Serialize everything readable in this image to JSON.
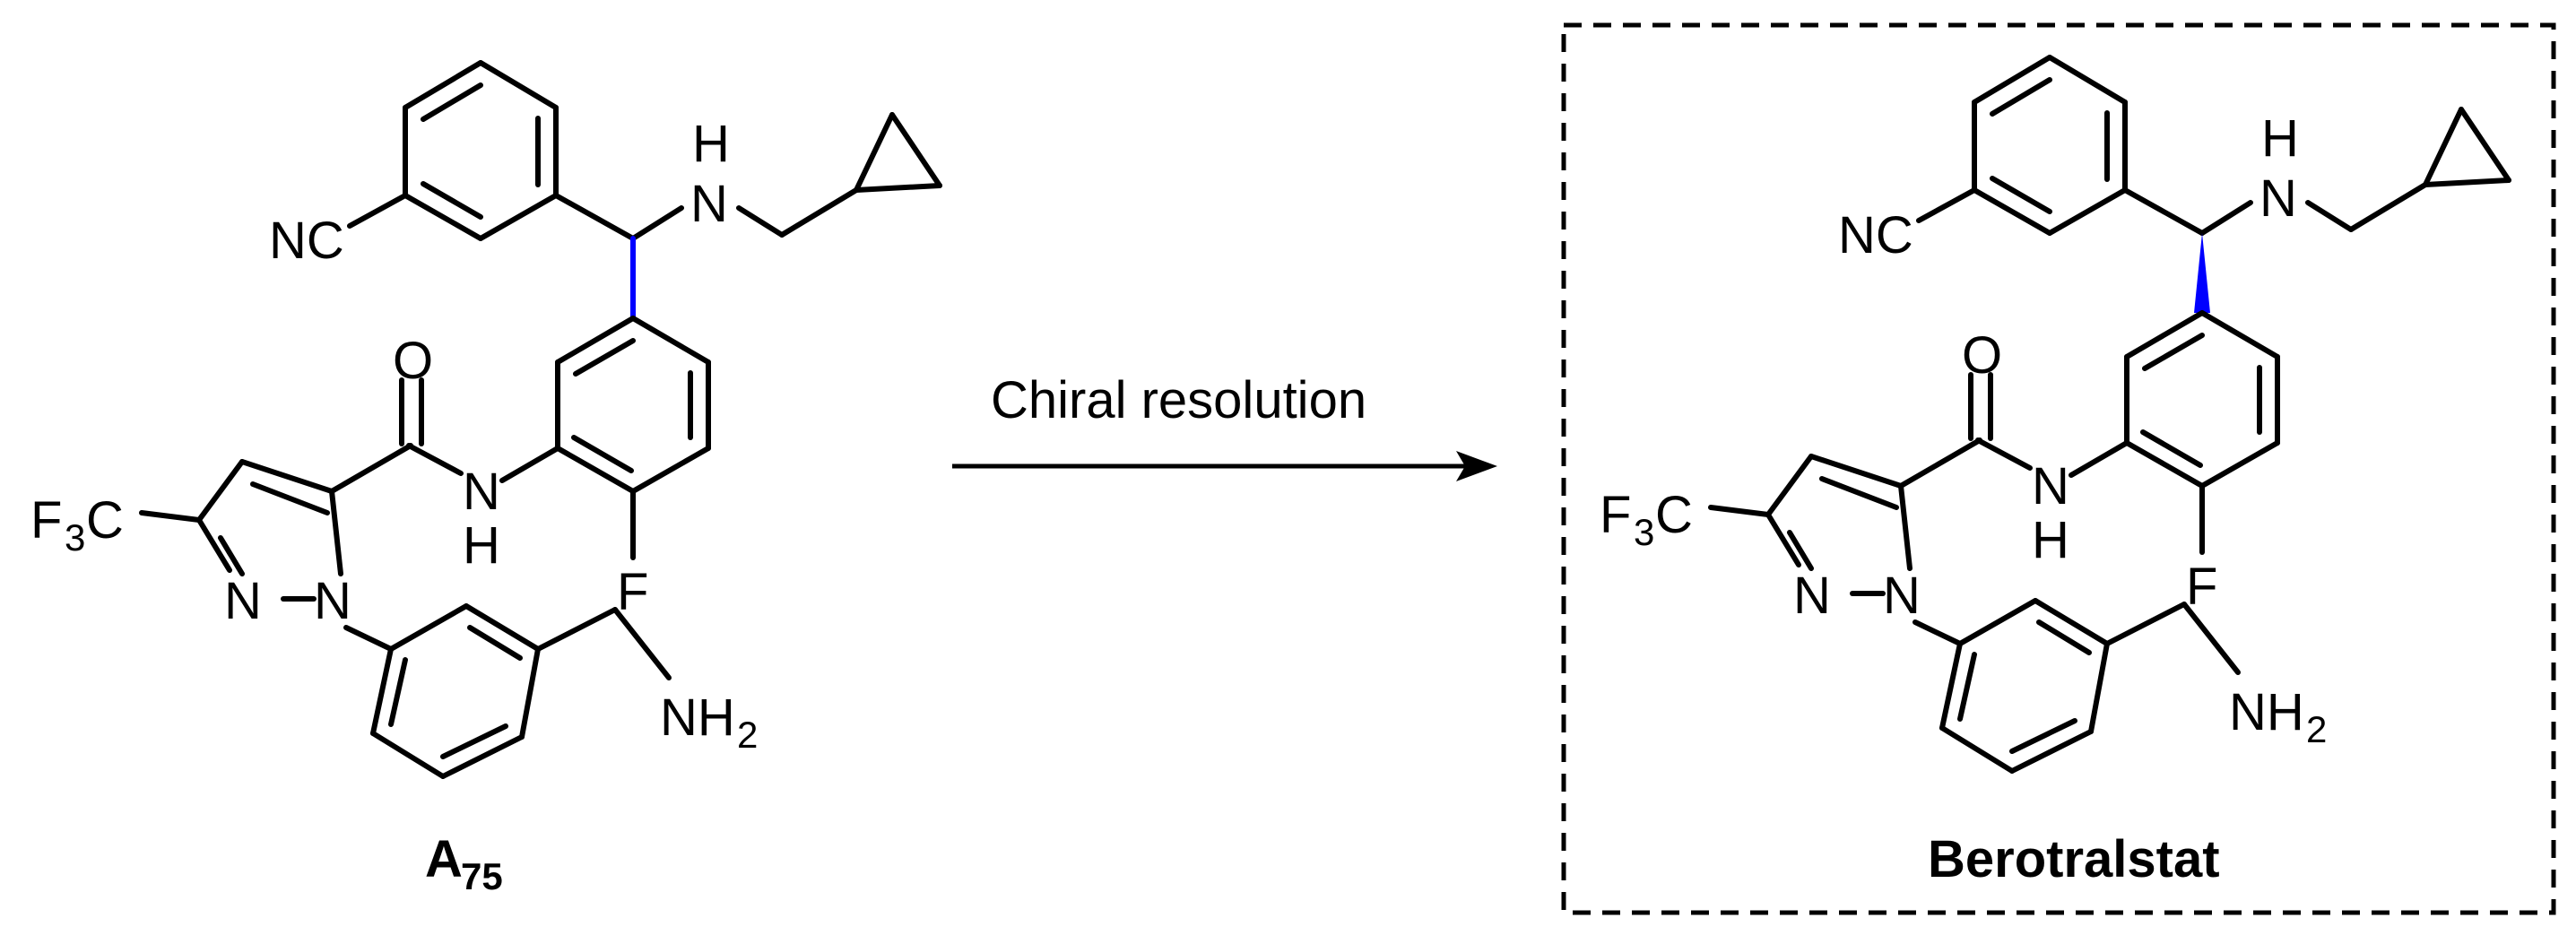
{
  "scheme": {
    "arrow_label": "Chiral resolution",
    "highlight_color": "#0000ff",
    "box_style": "dashed",
    "starting_material": {
      "label_main": "A",
      "label_sub": "75",
      "atoms": {
        "nitrile": "NC",
        "amine_h": "H",
        "amine_n": "N",
        "carbonyl_o": "O",
        "amide_n": "N",
        "amide_h": "H",
        "fluorine": "F",
        "cf3_f": "F",
        "cf3_sub": "3",
        "cf3_c": "C",
        "pyrazole_n2": "N",
        "pyrazole_n1": "N",
        "amino_nh": "NH",
        "amino_sub": "2"
      }
    },
    "product": {
      "label": "Berotralstat",
      "atoms": {
        "nitrile": "NC",
        "amine_h": "H",
        "amine_n": "N",
        "carbonyl_o": "O",
        "amide_n": "N",
        "amide_h": "H",
        "fluorine": "F",
        "cf3_f": "F",
        "cf3_sub": "3",
        "cf3_c": "C",
        "pyrazole_n2": "N",
        "pyrazole_n1": "N",
        "amino_nh": "NH",
        "amino_sub": "2"
      }
    }
  }
}
